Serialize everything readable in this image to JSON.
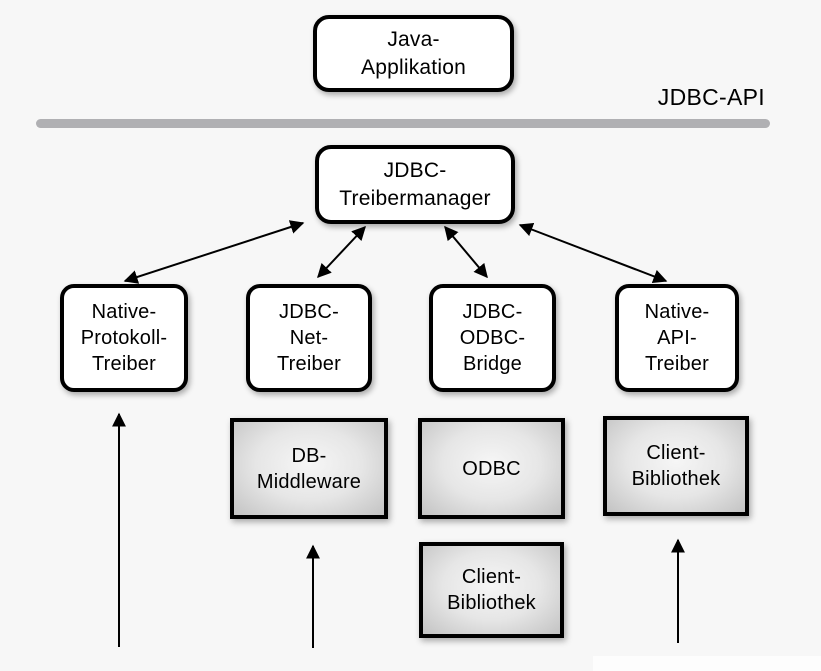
{
  "diagram": {
    "title_label": "JDBC-API",
    "colors": {
      "background": "#f7f7f7",
      "box_fill": "#ffffff",
      "box_border": "#000000",
      "gray_box_center": "#f6f6f6",
      "gray_box_edge": "#c3c3c3",
      "divider": "#b0b0b3",
      "arrow": "#000000"
    },
    "nodes": {
      "java_app": {
        "label": "Java-\nApplikation",
        "style": "rounded-white"
      },
      "treibermanager": {
        "label": "JDBC-\nTreibermanager",
        "style": "rounded-white"
      },
      "native_protokoll": {
        "label": "Native-\nProtokoll-\nTreiber",
        "style": "rounded-white"
      },
      "jdbc_net": {
        "label": "JDBC-\nNet-\nTreiber",
        "style": "rounded-white"
      },
      "jdbc_odbc": {
        "label": "JDBC-\nODBC-\nBridge",
        "style": "rounded-white"
      },
      "native_api": {
        "label": "Native-\nAPI-\nTreiber",
        "style": "rounded-white"
      },
      "db_middleware": {
        "label": "DB-\nMiddleware",
        "style": "gray-gradient"
      },
      "odbc": {
        "label": "ODBC",
        "style": "gray-gradient"
      },
      "client_bibliothek_right": {
        "label": "Client-\nBibliothek",
        "style": "gray-gradient"
      },
      "client_bibliothek_bottom": {
        "label": "Client-\nBibliothek",
        "style": "gray-gradient"
      }
    },
    "edges": [
      {
        "from": "treibermanager",
        "to": "native_protokoll",
        "bidirectional": true
      },
      {
        "from": "treibermanager",
        "to": "jdbc_net",
        "bidirectional": true
      },
      {
        "from": "treibermanager",
        "to": "jdbc_odbc",
        "bidirectional": true
      },
      {
        "from": "treibermanager",
        "to": "native_api",
        "bidirectional": true
      },
      {
        "from": "bottom-edge",
        "to": "native_protokoll",
        "bidirectional": false
      },
      {
        "from": "bottom-edge",
        "to": "db_middleware",
        "bidirectional": false
      },
      {
        "from": "bottom-edge",
        "to": "client_bibliothek_right",
        "bidirectional": false
      }
    ]
  }
}
